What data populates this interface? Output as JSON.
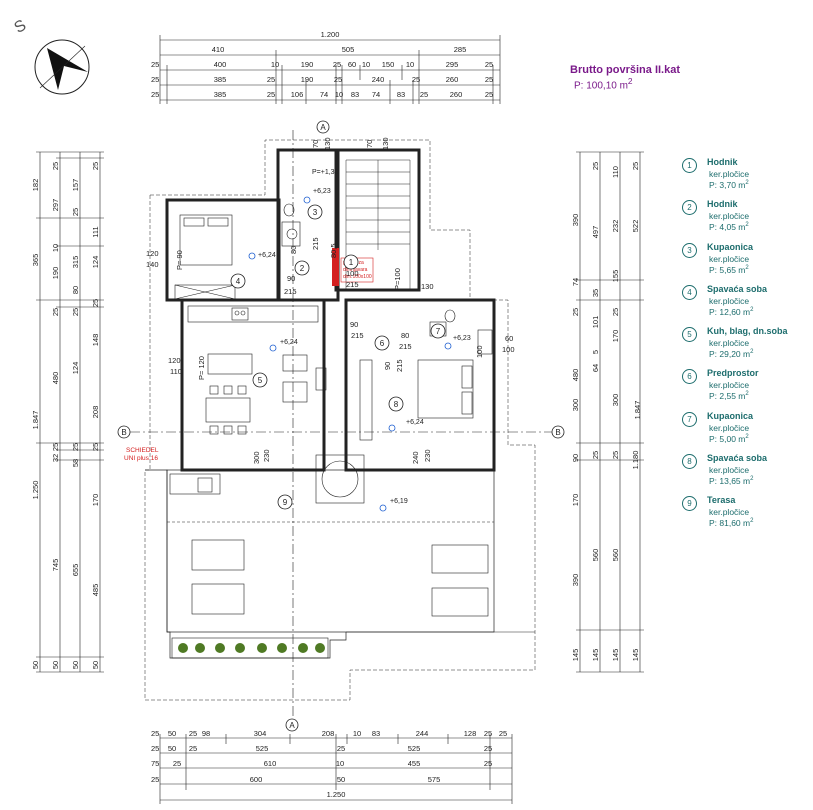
{
  "header": {
    "title": "Brutto površina II.kat",
    "area_prefix": "P: 100,10 m",
    "area_sup": "2"
  },
  "rooms": [
    {
      "num": "1",
      "name": "Hodnik",
      "finish": "ker.pločice",
      "area": "P: 3,70 m",
      "sup": "2"
    },
    {
      "num": "2",
      "name": "Hodnik",
      "finish": "ker.pločice",
      "area": "P: 4,05 m",
      "sup": "2"
    },
    {
      "num": "3",
      "name": "Kupaonica",
      "finish": "ker.pločice",
      "area": "P: 5,65 m",
      "sup": "2"
    },
    {
      "num": "4",
      "name": "Spavaća soba",
      "finish": "ker.pločice",
      "area": "P: 12,60 m",
      "sup": "2"
    },
    {
      "num": "5",
      "name": "Kuh, blag, dn.soba",
      "finish": "ker.pločice",
      "area": "P: 29,20 m",
      "sup": "2"
    },
    {
      "num": "6",
      "name": "Predprostor",
      "finish": "ker.pločice",
      "area": "P: 2,55 m",
      "sup": "2"
    },
    {
      "num": "7",
      "name": "Kupaonica",
      "finish": "ker.pločice",
      "area": "P: 5,00 m",
      "sup": "2"
    },
    {
      "num": "8",
      "name": "Spavaća soba",
      "finish": "ker.pločice",
      "area": "P: 13,65 m",
      "sup": "2"
    },
    {
      "num": "9",
      "name": "Terasa",
      "finish": "ker.pločice",
      "area": "P: 81,60 m",
      "sup": "2"
    }
  ],
  "axes": {
    "a": "A",
    "b": "B"
  },
  "north_symbol": "S",
  "chimney": {
    "line1": "SCHIEDEL",
    "line2": "UNI plus 16"
  },
  "flue_note": {
    "line1": "prozor za",
    "line2": "dimnjavara",
    "line3": "dim.100x100"
  },
  "levels": {
    "l1": "+6,23",
    "l2": "+6,24",
    "l3": "+6,24",
    "l4": "+6,23",
    "l5": "+6,24",
    "l6": "+6,19",
    "l7": "P=+1,30"
  },
  "room_labels": {
    "r1": "1",
    "r2": "2",
    "r3": "3",
    "r4": "4",
    "r5": "5",
    "r6": "6",
    "r7": "7",
    "r8": "8",
    "r9": "9"
  },
  "inner_dims": {
    "d1": "70",
    "d2": "130",
    "d3": "80",
    "d4": "215",
    "d5": "90",
    "d6": "215",
    "d7": "100",
    "d8": "215",
    "d9": "70",
    "d10": "130",
    "d11": "90",
    "d12": "215",
    "d13": "80",
    "d14": "215",
    "d15": "90",
    "d16": "215",
    "d17": "60",
    "d18": "100",
    "d19": "120",
    "d20": "140",
    "d21": "120",
    "d22": "110",
    "d23": "300",
    "d24": "230",
    "d25": "240",
    "d26": "230",
    "d27": "P= 90",
    "d28": "P= 120",
    "d29": "P=100",
    "d30": "80,5",
    "d31": "130",
    "d32": "100"
  },
  "top_dims": {
    "row1": {
      "total": "1.200"
    },
    "row2": {
      "a": "410",
      "b": "505",
      "c": "285"
    },
    "row3": {
      "a": "25",
      "b": "400",
      "c": "10",
      "d": "190",
      "e": "25",
      "f": "60",
      "g": "10",
      "h": "150",
      "i": "10",
      "j": "295",
      "k": "25"
    },
    "row4": {
      "a": "25",
      "b": "385",
      "c": "25",
      "d": "190",
      "e": "25",
      "f": "240",
      "g": "25",
      "h": "260",
      "i": "25"
    },
    "row5": {
      "a": "25",
      "b": "385",
      "c": "25",
      "d": "106",
      "e": "74",
      "f": "10",
      "g": "83",
      "h": "74",
      "i": "83",
      "j": "25",
      "k": "260",
      "l": "25"
    }
  },
  "bottom_dims": {
    "row1": {
      "a": "25",
      "b": "50",
      "c": "25",
      "d": "98",
      "e": "304",
      "f": "208",
      "g": "10",
      "h": "83",
      "i": "244",
      "j": "128",
      "k": "25",
      "l": "25"
    },
    "row2": {
      "a": "25",
      "b": "50",
      "c": "25",
      "d": "525",
      "e": "25",
      "f": "525",
      "g": "25"
    },
    "row3": {
      "a": "75",
      "b": "25",
      "c": "610",
      "d": "10",
      "e": "455",
      "f": "25"
    },
    "row4": {
      "a": "25",
      "b": "600",
      "c": "50",
      "d": "575"
    },
    "row5": {
      "total": "1.250"
    }
  },
  "left_dims": {
    "col1": {
      "a": "182",
      "b": "365",
      "c": "1.847",
      "d": "1.250",
      "e": "50"
    },
    "col2": {
      "a": "25",
      "b": "297",
      "c": "10",
      "d": "190",
      "e": "25",
      "f": "480",
      "g": "25",
      "h": "32",
      "i": "745",
      "j": "50"
    },
    "col3": {
      "a": "157",
      "b": "25",
      "c": "315",
      "d": "80",
      "e": "25",
      "f": "124",
      "g": "25",
      "h": "58",
      "i": "655",
      "j": "50"
    },
    "col4": {
      "a": "25",
      "b": "111",
      "c": "124",
      "d": "25",
      "e": "148",
      "f": "208",
      "g": "25",
      "h": "170",
      "i": "485",
      "j": "50"
    }
  },
  "right_dims": {
    "col1": {
      "a": "390",
      "b": "74",
      "c": "25",
      "d": "480",
      "e": "300",
      "f": "90",
      "g": "170",
      "h": "390",
      "i": "145"
    },
    "col2": {
      "a": "25",
      "b": "497",
      "c": "35",
      "d": "101",
      "e": "5",
      "f": "64",
      "g": "25",
      "h": "560",
      "i": "145"
    },
    "col3": {
      "a": "110",
      "b": "232",
      "c": "155",
      "d": "25",
      "e": "170",
      "f": "300",
      "g": "25",
      "h": "560",
      "i": "145"
    },
    "col4": {
      "a": "25",
      "b": "522",
      "c": "1.180",
      "d": "1.847",
      "e": "145"
    }
  },
  "colors": {
    "header": "#7a1a8a",
    "legend": "#1d6d6d",
    "marker": "#1e5fd0",
    "flue": "#d42020",
    "line": "#222222"
  }
}
